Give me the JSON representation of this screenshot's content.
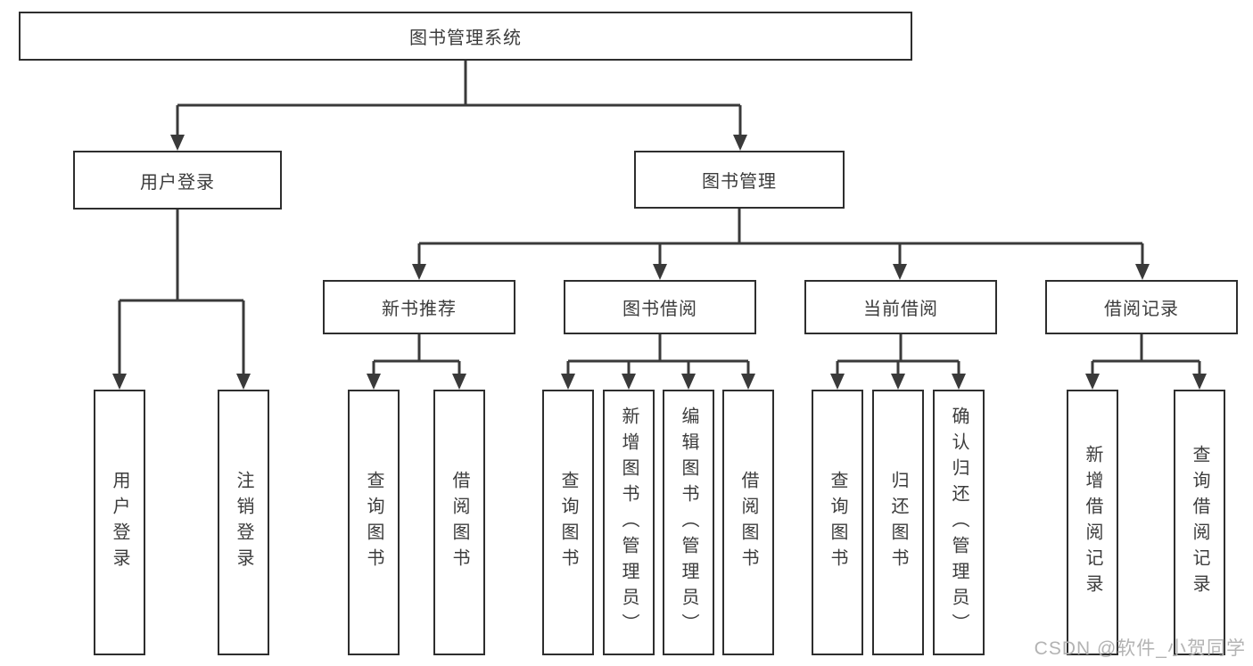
{
  "tree": {
    "root": "图书管理系统",
    "children": [
      {
        "label": "用户登录",
        "children": [
          "用户登录",
          "注销登录"
        ]
      },
      {
        "label": "图书管理",
        "children": [
          {
            "label": "新书推荐",
            "children": [
              "查询图书",
              "借阅图书"
            ]
          },
          {
            "label": "图书借阅",
            "children": [
              "查询图书",
              "新增图书（管理员）",
              "编辑图书（管理员）",
              "借阅图书"
            ]
          },
          {
            "label": "当前借阅",
            "children": [
              "查询图书",
              "归还图书",
              "确认归还（管理员）"
            ]
          },
          {
            "label": "借阅记录",
            "children": [
              "新增借阅记录",
              "查询借阅记录"
            ]
          }
        ]
      }
    ]
  },
  "watermark": {
    "text": "CSDN @软件_小贺同学"
  },
  "colors": {
    "line": "#3a3a3a",
    "box_border": "#2e2e2e",
    "text": "#3c3c3c",
    "watermark": "#b3b3b3",
    "background": "#ffffff"
  }
}
